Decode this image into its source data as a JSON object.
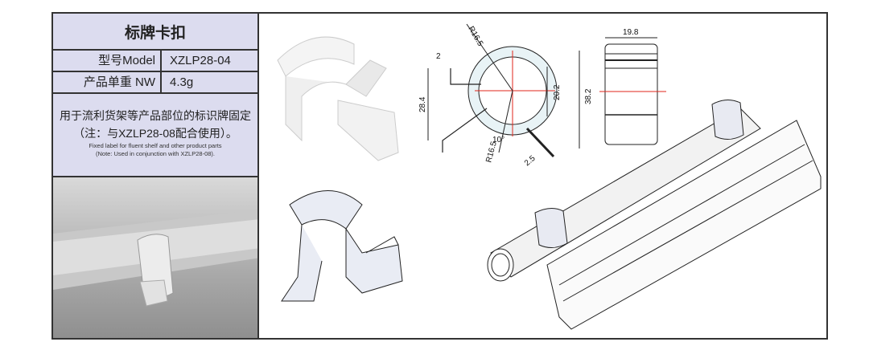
{
  "spec": {
    "title": "标牌卡扣",
    "rows": [
      {
        "label": "型号Model",
        "value": "XZLP28-04"
      },
      {
        "label": "产品单重 NW",
        "value": "4.3g"
      }
    ],
    "desc_cn_1": "用于流利货架等产品部位的标识牌固定",
    "desc_cn_2": "（注：与XZLP28-08配合使用）。",
    "desc_en_1": "Fixed label for fluent shelf and other product parts",
    "desc_en_2": "(Note: Used in conjunction with XZLP28-08)."
  },
  "drawing": {
    "dims": {
      "r_top": "R16.5",
      "r_bottom": "R16.5",
      "thickness": "2",
      "height_left": "28.4",
      "angle": "10°",
      "inner": "20.2",
      "outer": "38.2",
      "tab": "2.5",
      "width": "19.8"
    },
    "centerline_color": "#e0261b"
  }
}
